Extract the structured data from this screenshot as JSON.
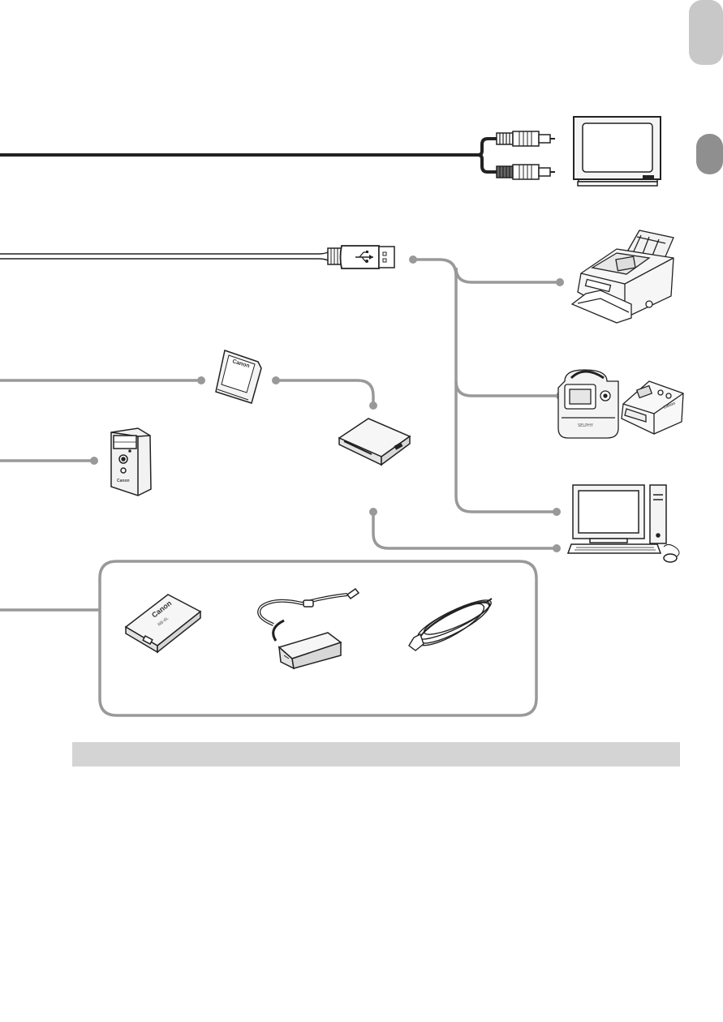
{
  "page": {
    "background": "#ffffff",
    "line_color": "#999999",
    "cable_color": "#222222",
    "section_band_color": "#d4d4d4",
    "side_tab_color": "#c8c8c8",
    "side_tab_dark_color": "#8f8f8f"
  },
  "labels": {
    "sd_card_brand": "Canon",
    "flash_brand": "Canon",
    "battery_brand": "Canon",
    "battery_model": "NB-6L",
    "photo_printer_brand": "SELPHY",
    "compact_printer_brand": "Canon"
  },
  "icons": {
    "av_cable": "av-cable-icon",
    "tv": "tv-icon",
    "usb_cable": "usb-cable-icon",
    "inkjet_printer": "inkjet-printer-icon",
    "compact_photo_printer": "compact-photo-printer-icon",
    "computer": "computer-icon",
    "memory_card": "memory-card-icon",
    "card_reader": "card-reader-icon",
    "flash_unit": "flash-unit-icon",
    "battery_pack": "battery-pack-icon",
    "ac_adapter": "ac-adapter-icon",
    "power_cord": "power-cord-icon"
  }
}
